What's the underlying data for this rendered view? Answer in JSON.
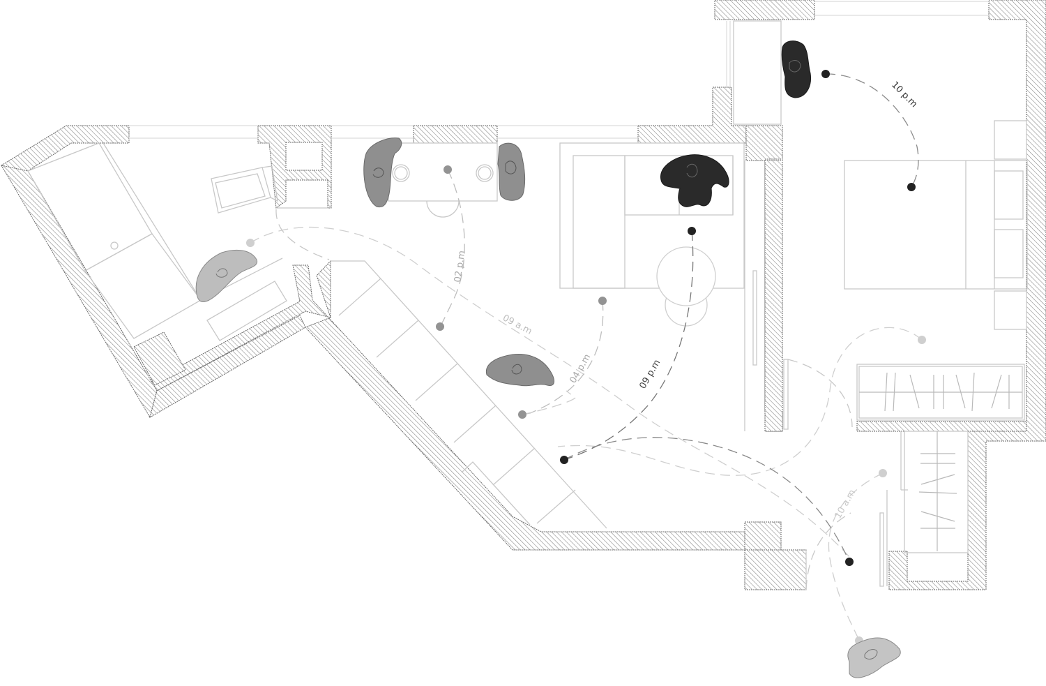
{
  "title": "Apartment floor plan - daily movement timeline",
  "colors": {
    "wall_hatch": "#7a7a7a",
    "furniture_line": "#c8c8c8",
    "morning": "#bdbdbd",
    "afternoon": "#8f8f8f",
    "night": "#2a2a2a"
  },
  "timeline": [
    {
      "id": "10am",
      "label": "10 a.m",
      "period": "morning"
    },
    {
      "id": "09am",
      "label": "09 a.m",
      "period": "morning"
    },
    {
      "id": "02pm",
      "label": "02 p.m",
      "period": "afternoon"
    },
    {
      "id": "04pm",
      "label": "04 p.m",
      "period": "afternoon"
    },
    {
      "id": "09pm",
      "label": "09 p.m",
      "period": "night"
    },
    {
      "id": "10pm",
      "label": "10 p.m",
      "period": "night"
    }
  ]
}
